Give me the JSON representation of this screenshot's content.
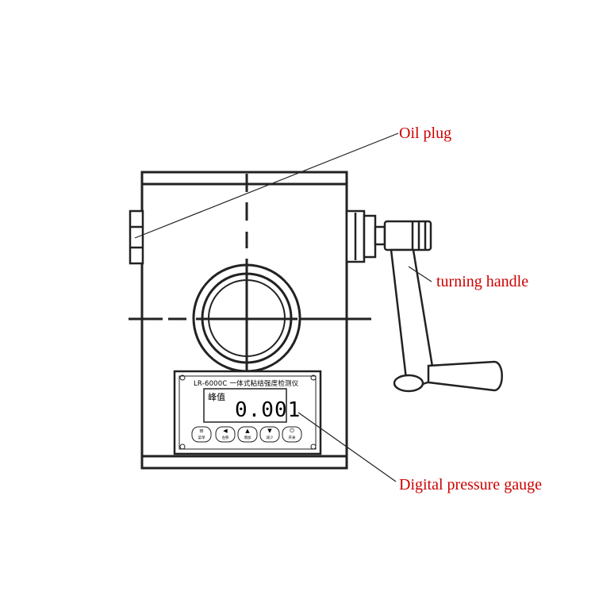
{
  "callouts": {
    "oil_plug": "Oil plug",
    "turning_handle": "turning handle",
    "pressure_gauge": "Digital pressure gauge"
  },
  "gauge_panel": {
    "title": "LR-6000C 一体式粘结强度检测仪",
    "lcd_label": "峰值",
    "lcd_value": "0.001",
    "keys": [
      {
        "symbol": "≡",
        "label": "菜单"
      },
      {
        "symbol": "◀",
        "label": "左移"
      },
      {
        "symbol": "▲",
        "label": "增加"
      },
      {
        "symbol": "▼",
        "label": "减少"
      },
      {
        "symbol": "⏻",
        "label": "开关"
      }
    ]
  },
  "colors": {
    "callout_text": "#cc0000",
    "line_art": "#222222",
    "background": "#ffffff"
  }
}
